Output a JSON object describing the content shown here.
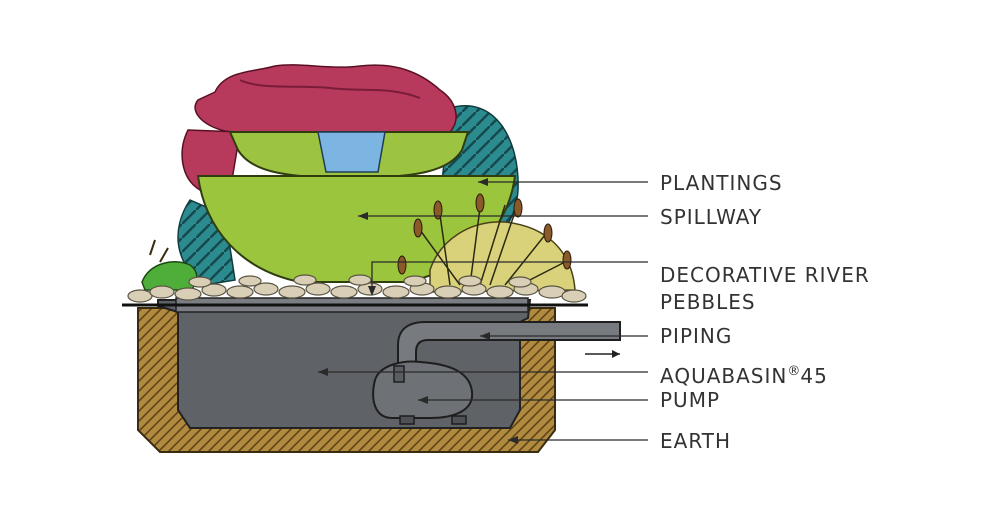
{
  "labels": {
    "plantings": "PLANTINGS",
    "spillway": "SPILLWAY",
    "pebbles_line1": "DECORATIVE RIVER",
    "pebbles_line2": "PEBBLES",
    "piping": "PIPING",
    "aquabasin": "AQUABASIN",
    "aquabasin_mark": "®",
    "aquabasin_number": "45",
    "pump": "PUMP",
    "earth": "EARTH"
  },
  "colors": {
    "label_text": "#333333",
    "leader_line": "#2a2a2a",
    "foliage_red": "#b83358",
    "bowl_green": "#9cc43c",
    "water_blue": "#7db4e0",
    "basin_gray": "#5c5f63",
    "earth_brown": "#8a6a2c",
    "pebbles": "#d8cfb8",
    "teal_leaves": "#2f8c8c"
  }
}
